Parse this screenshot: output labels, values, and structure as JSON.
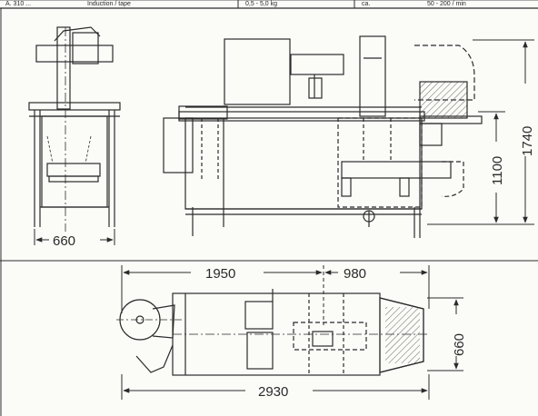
{
  "header_row": {
    "cells": [
      "A. 310 ...",
      "Induction / tape",
      "0,5 - 5,0 kg",
      "ca.",
      "50 - 200 / min"
    ]
  },
  "dimensions": {
    "end_view_width": "660",
    "side_view_total_height": "1740",
    "side_view_table_height": "1100",
    "top_view_left_length": "1950",
    "top_view_right_length": "980",
    "top_view_width": "660",
    "top_view_total_length": "2930"
  },
  "colors": {
    "line": "#2b2b2b",
    "paper": "#fbfbf8",
    "hatch": "#555555"
  }
}
